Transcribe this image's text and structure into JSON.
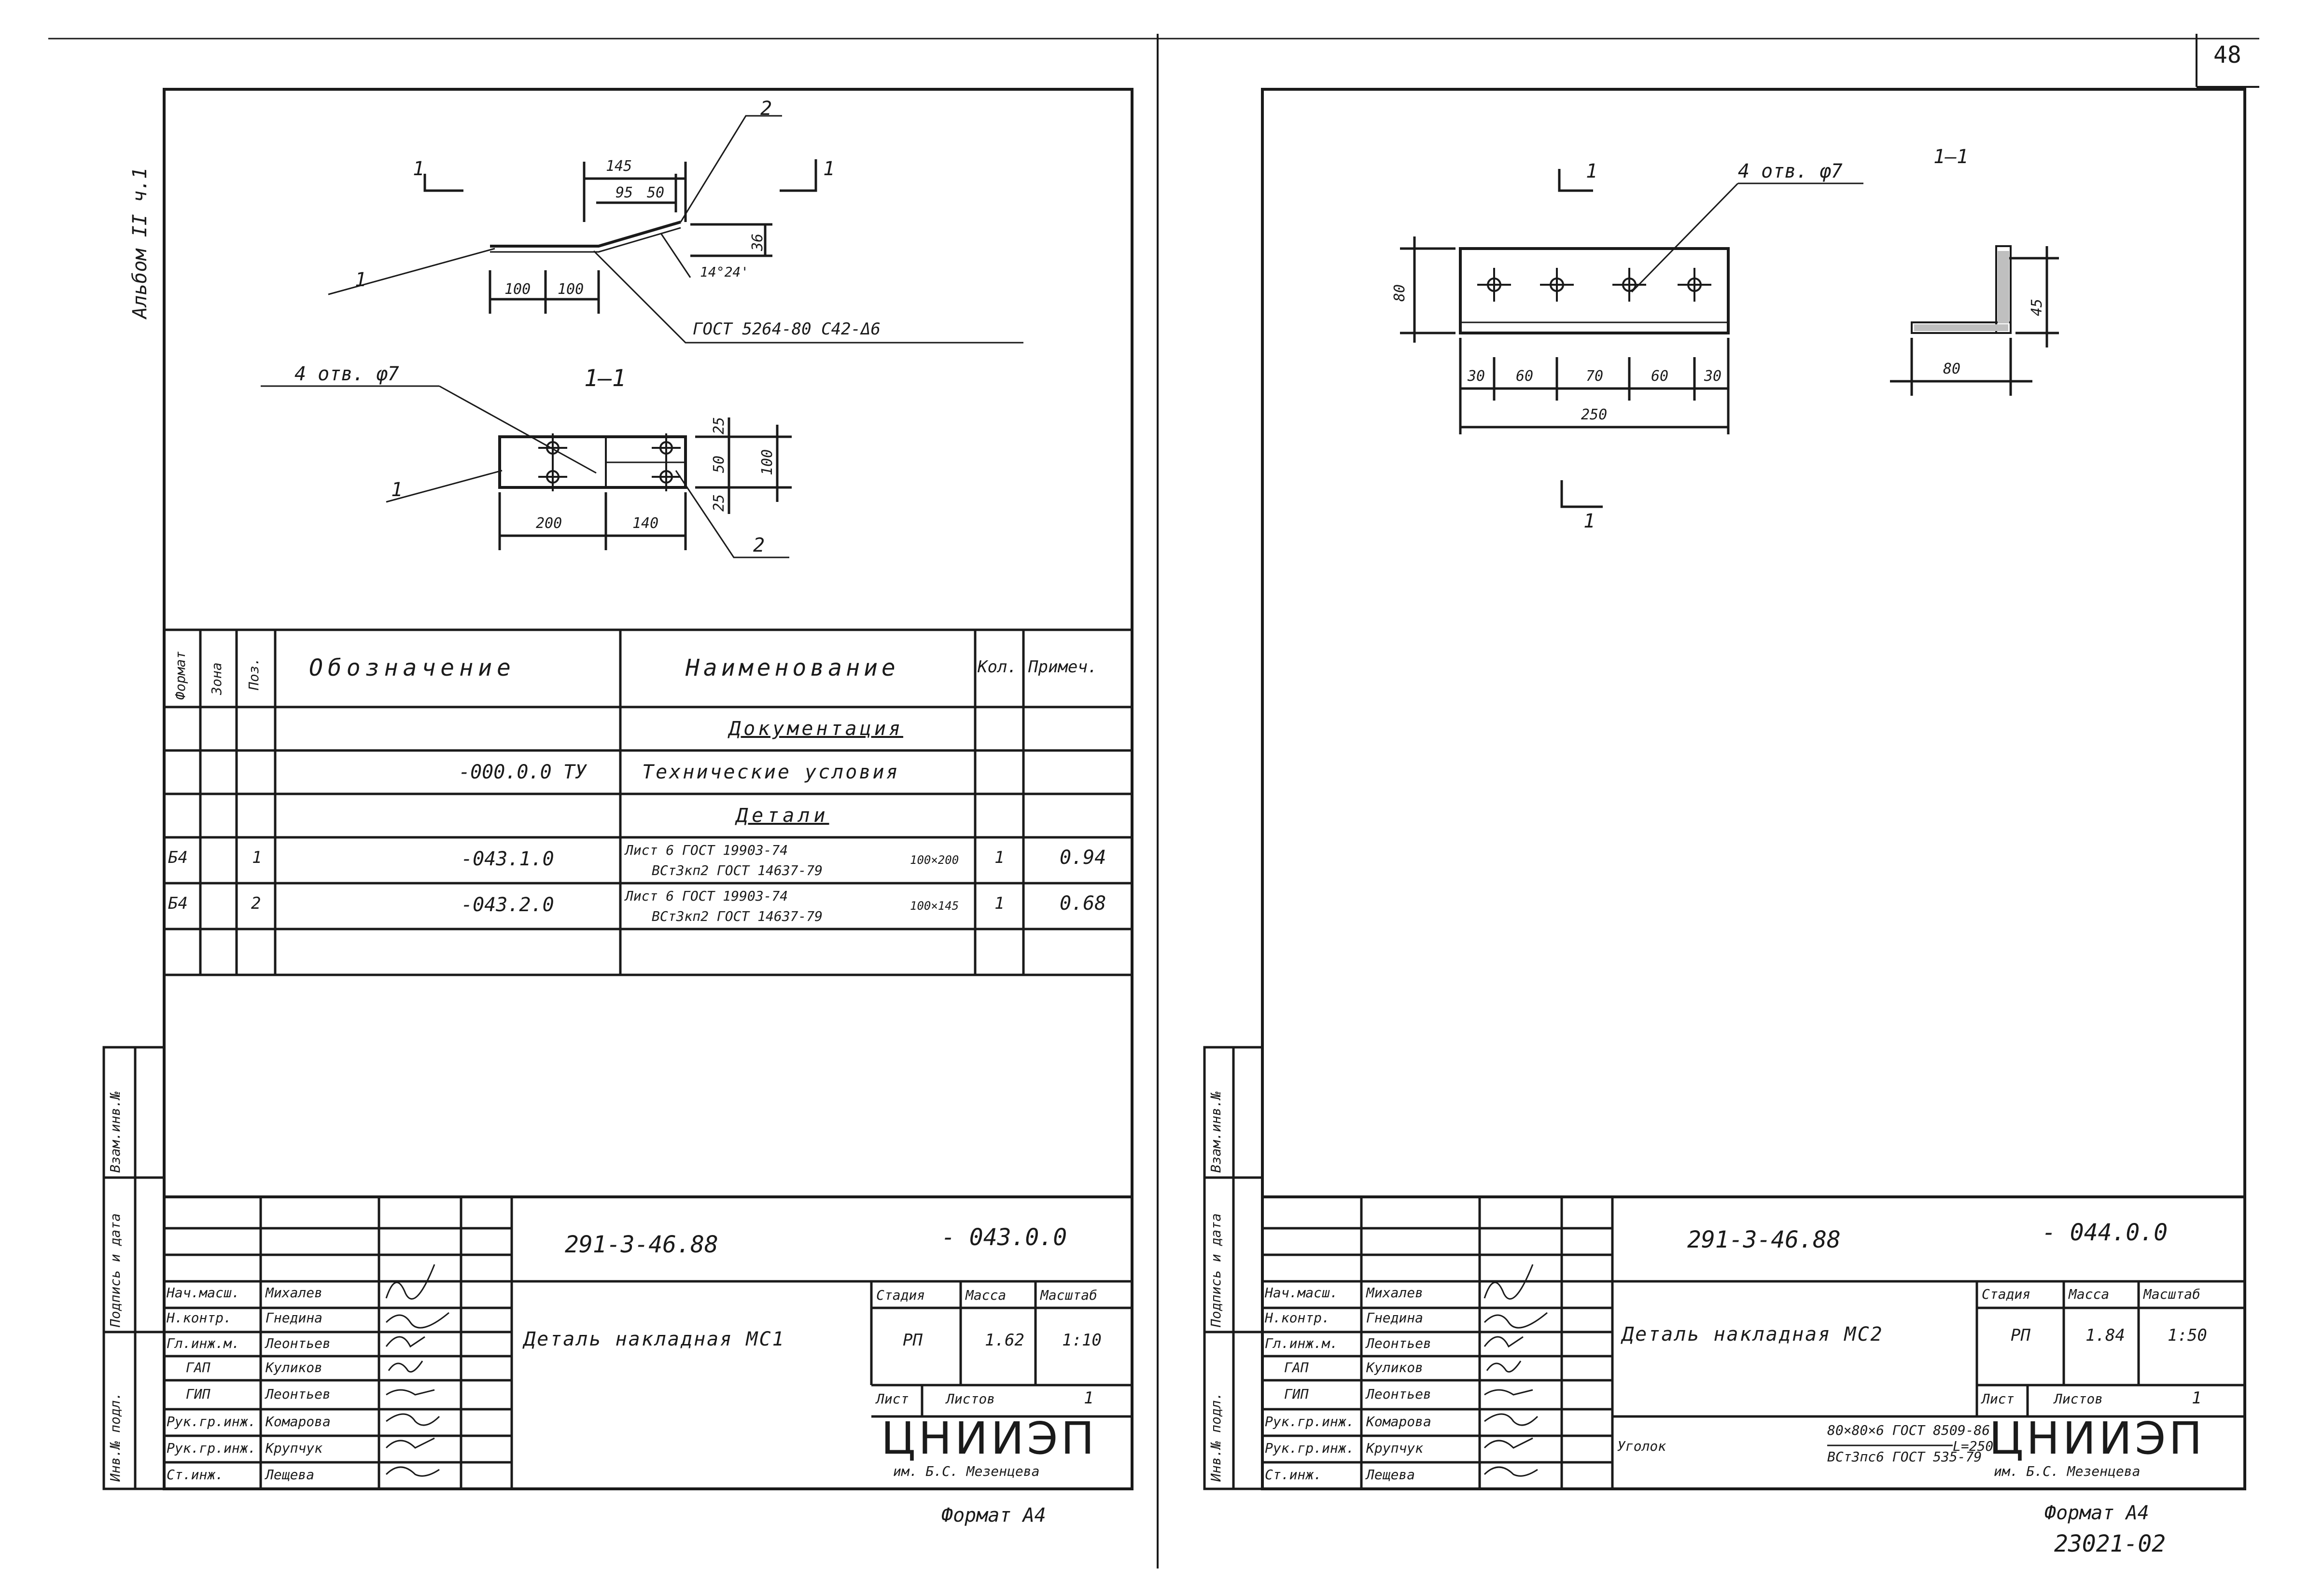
{
  "page_number": "48",
  "album_label": "Альбом II ч.1",
  "stamp_code": "23021-02",
  "left": {
    "drawing": {
      "section_mark_left": "1",
      "section_mark_right": "1",
      "section_title": "1–1",
      "callout_pos1": "1",
      "callout_pos2_top": "2",
      "callout_pos2_bottom": "2",
      "callout_pos1_plan": "1",
      "holes_note": "4 отв. φ7",
      "weld_note": "ГОСТ 5264-80 С42-Δ6",
      "angle_note": "14°24'",
      "dims_top": {
        "d145": "145",
        "d95": "95",
        "d50": "50",
        "d36": "36",
        "d100a": "100",
        "d100b": "100"
      },
      "dims_plan": {
        "d200": "200",
        "d140": "140",
        "d25a": "25",
        "d50": "50",
        "d25b": "25",
        "d100": "100"
      }
    },
    "spec": {
      "headers": {
        "format": "Формат",
        "zone": "Зона",
        "pos": "Поз.",
        "designation": "Обозначение",
        "name": "Наименование",
        "qty": "Кол.",
        "note": "Примеч."
      },
      "rows": [
        {
          "format": "",
          "pos": "",
          "designation": "",
          "name": "Документация",
          "name_line2": "",
          "suffix": "",
          "qty": "",
          "note": ""
        },
        {
          "format": "",
          "pos": "",
          "designation": "-000.0.0 ТУ",
          "name": "Технические условия",
          "name_line2": "",
          "suffix": "",
          "qty": "",
          "note": ""
        },
        {
          "format": "",
          "pos": "",
          "designation": "",
          "name": "Детали",
          "name_line2": "",
          "suffix": "",
          "qty": "",
          "note": ""
        },
        {
          "format": "Б4",
          "pos": "1",
          "designation": "-043.1.0",
          "name": "Лист 6 ГОСТ 19903-74",
          "name_line2": "ВСт3кп2 ГОСТ 14637-79",
          "suffix": "100×200",
          "qty": "1",
          "note": "0.94"
        },
        {
          "format": "Б4",
          "pos": "2",
          "designation": "-043.2.0",
          "name": "Лист 6 ГОСТ 19903-74",
          "name_line2": "ВСт3кп2 ГОСТ 14637-79",
          "suffix": "100×145",
          "qty": "1",
          "note": "0.68"
        }
      ]
    },
    "title_block": {
      "doc_code": "291-3-46.88",
      "sheet_code": "- 043.0.0",
      "title": "Деталь накладная МС1",
      "stage_label": "Стадия",
      "mass_label": "Масса",
      "scale_label": "Масштаб",
      "stage": "РП",
      "mass": "1.62",
      "scale": "1:10",
      "sheet_label": "Лист",
      "sheets_label": "Листов",
      "sheets": "1",
      "org": "ЦНИИЭП",
      "org_sub": "им. Б.С. Мезенцева",
      "format": "Формат А4",
      "people": [
        {
          "role": "Нач.масш.",
          "name": "Михалев"
        },
        {
          "role": "Н.контр.",
          "name": "Гнедина"
        },
        {
          "role": "Гл.инж.м.",
          "name": "Леонтьев"
        },
        {
          "role": "ГАП",
          "name": "Куликов"
        },
        {
          "role": "ГИП",
          "name": "Леонтьев"
        },
        {
          "role": "Рук.гр.инж.",
          "name": "Комарова"
        },
        {
          "role": "Рук.гр.инж.",
          "name": "Крупчук"
        },
        {
          "role": "Ст.инж.",
          "name": "Лещева"
        }
      ],
      "side_labels": [
        "Инв.№ подл.",
        "Подпись и дата",
        "Взам.инв.№"
      ]
    }
  },
  "right": {
    "drawing": {
      "section_mark_top": "1",
      "section_mark_bottom": "1",
      "section_title": "1–1",
      "holes_note": "4 отв. φ7",
      "dims": {
        "d80v": "80",
        "d30a": "30",
        "d60a": "60",
        "d70": "70",
        "d60b": "60",
        "d30b": "30",
        "d250": "250",
        "d45": "45",
        "d80h": "80"
      }
    },
    "title_block": {
      "doc_code": "291-3-46.88",
      "sheet_code": "- 044.0.0",
      "title": "Деталь накладная МС2",
      "stage_label": "Стадия",
      "mass_label": "Масса",
      "scale_label": "Масштаб",
      "stage": "РП",
      "mass": "1.84",
      "scale": "1:50",
      "sheet_label": "Лист",
      "sheets_label": "Листов",
      "sheets": "1",
      "material_prefix": "Уголок",
      "material_top": "80×80×6 ГОСТ 8509-86",
      "material_bottom": "ВСт3пс6 ГОСТ 535-79",
      "material_len": "L=250",
      "org": "ЦНИИЭП",
      "org_sub": "им. Б.С. Мезенцева",
      "format": "Формат А4",
      "people": [
        {
          "role": "Нач.масш.",
          "name": "Михалев"
        },
        {
          "role": "Н.контр.",
          "name": "Гнедина"
        },
        {
          "role": "Гл.инж.м.",
          "name": "Леонтьев"
        },
        {
          "role": "ГАП",
          "name": "Куликов"
        },
        {
          "role": "ГИП",
          "name": "Леонтьев"
        },
        {
          "role": "Рук.гр.инж.",
          "name": "Комарова"
        },
        {
          "role": "Рук.гр.инж.",
          "name": "Крупчук"
        },
        {
          "role": "Ст.инж.",
          "name": "Лещева"
        }
      ],
      "side_labels": [
        "Инв.№ подл.",
        "Подпись и дата",
        "Взам.инв.№"
      ]
    }
  }
}
